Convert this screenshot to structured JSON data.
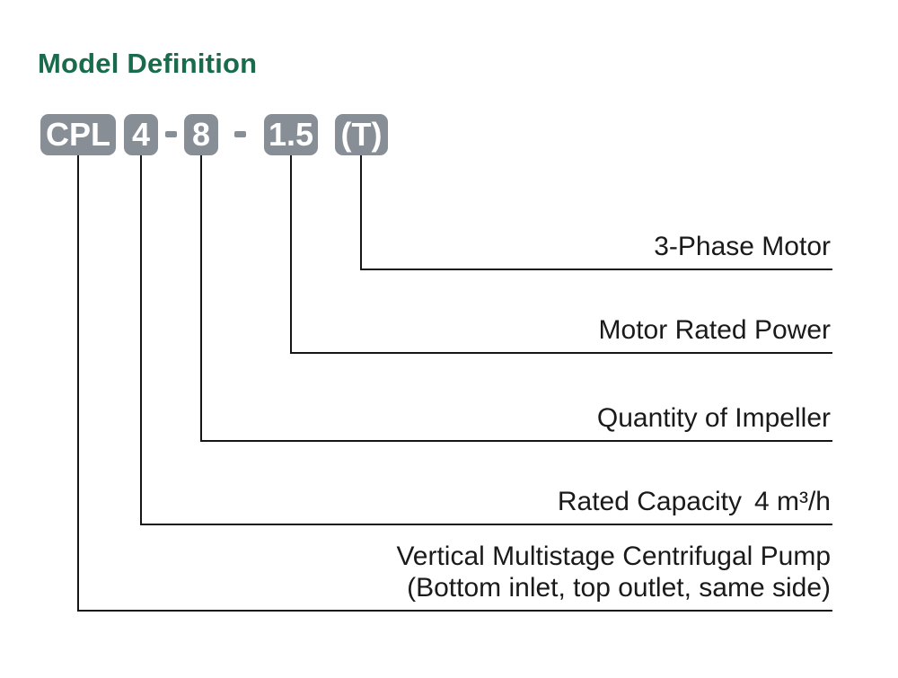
{
  "title": "Model Definition",
  "model_code": {
    "segments": [
      "CPL",
      "4",
      "8",
      "1.5",
      "(T)"
    ],
    "separator": "-"
  },
  "definitions": [
    {
      "code": "(T)",
      "label": "3-Phase Motor"
    },
    {
      "code": "1.5",
      "label": "Motor Rated Power"
    },
    {
      "code": "8",
      "label": "Quantity of Impeller"
    },
    {
      "code": "4",
      "label": "Rated Capacity",
      "value": "4 m³/h"
    },
    {
      "code": "CPL",
      "label": "Vertical Multistage Centrifugal Pump",
      "label2": "(Bottom inlet, top outlet, same side)"
    }
  ],
  "colors": {
    "title_green": "#186b4c",
    "badge_gray": "#878e95",
    "badge_text": "#ffffff",
    "line_color": "#161616",
    "label_text": "#1a1a1a",
    "background": "#ffffff"
  }
}
